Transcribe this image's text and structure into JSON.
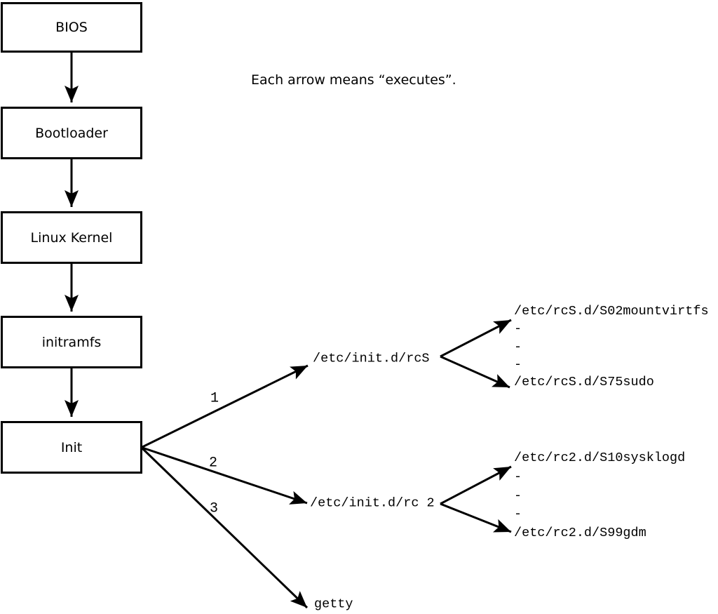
{
  "annotation": "Each arrow means “executes”.",
  "colors": {
    "ink": "#000000",
    "background": "#ffffff"
  },
  "boxes": [
    {
      "label": "BIOS"
    },
    {
      "label": "Bootloader"
    },
    {
      "label": "Linux Kernel"
    },
    {
      "label": "initramfs"
    },
    {
      "label": "Init"
    }
  ],
  "branches": [
    {
      "number": "1",
      "target": "/etc/init.d/rcS"
    },
    {
      "number": "2",
      "target": "/etc/init.d/rc 2"
    },
    {
      "number": "3",
      "target": "getty"
    }
  ],
  "rcs_scripts": [
    "/etc/rcS.d/S02mountvirtfs",
    "-",
    "-",
    "-",
    "/etc/rcS.d/S75sudo"
  ],
  "rc2_scripts": [
    "/etc/rc2.d/S10sysklogd",
    "-",
    "-",
    "-",
    "/etc/rc2.d/S99gdm"
  ]
}
